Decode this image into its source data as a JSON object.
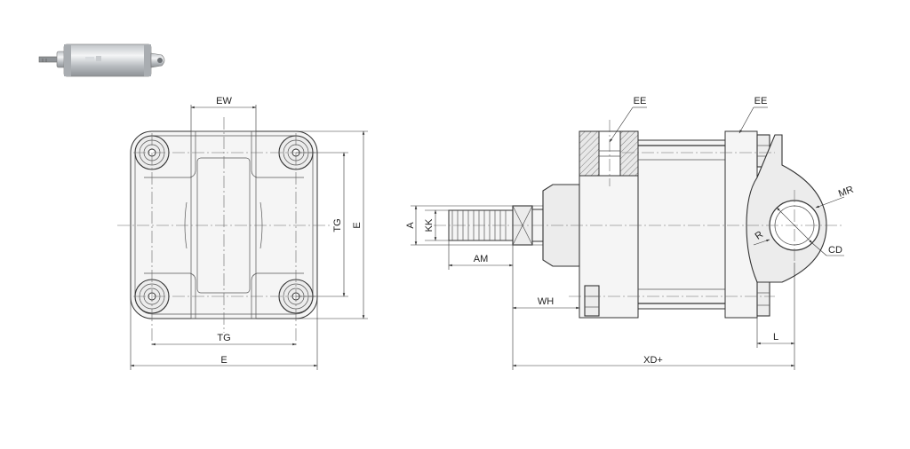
{
  "diagram": {
    "labels": {
      "ew": "EW",
      "tg_vertical": "TG",
      "e_vertical": "E",
      "tg_horizontal": "TG",
      "e_horizontal": "E",
      "a": "A",
      "kk": "KK",
      "am": "AM",
      "wh": "WH",
      "ee_left": "EE",
      "ee_right": "EE",
      "mr": "MR",
      "r": "R",
      "cd": "CD",
      "l": "L",
      "xd": "XD+"
    },
    "icons": {
      "product_thumbnail": "pneumatic-cylinder-icon"
    }
  }
}
